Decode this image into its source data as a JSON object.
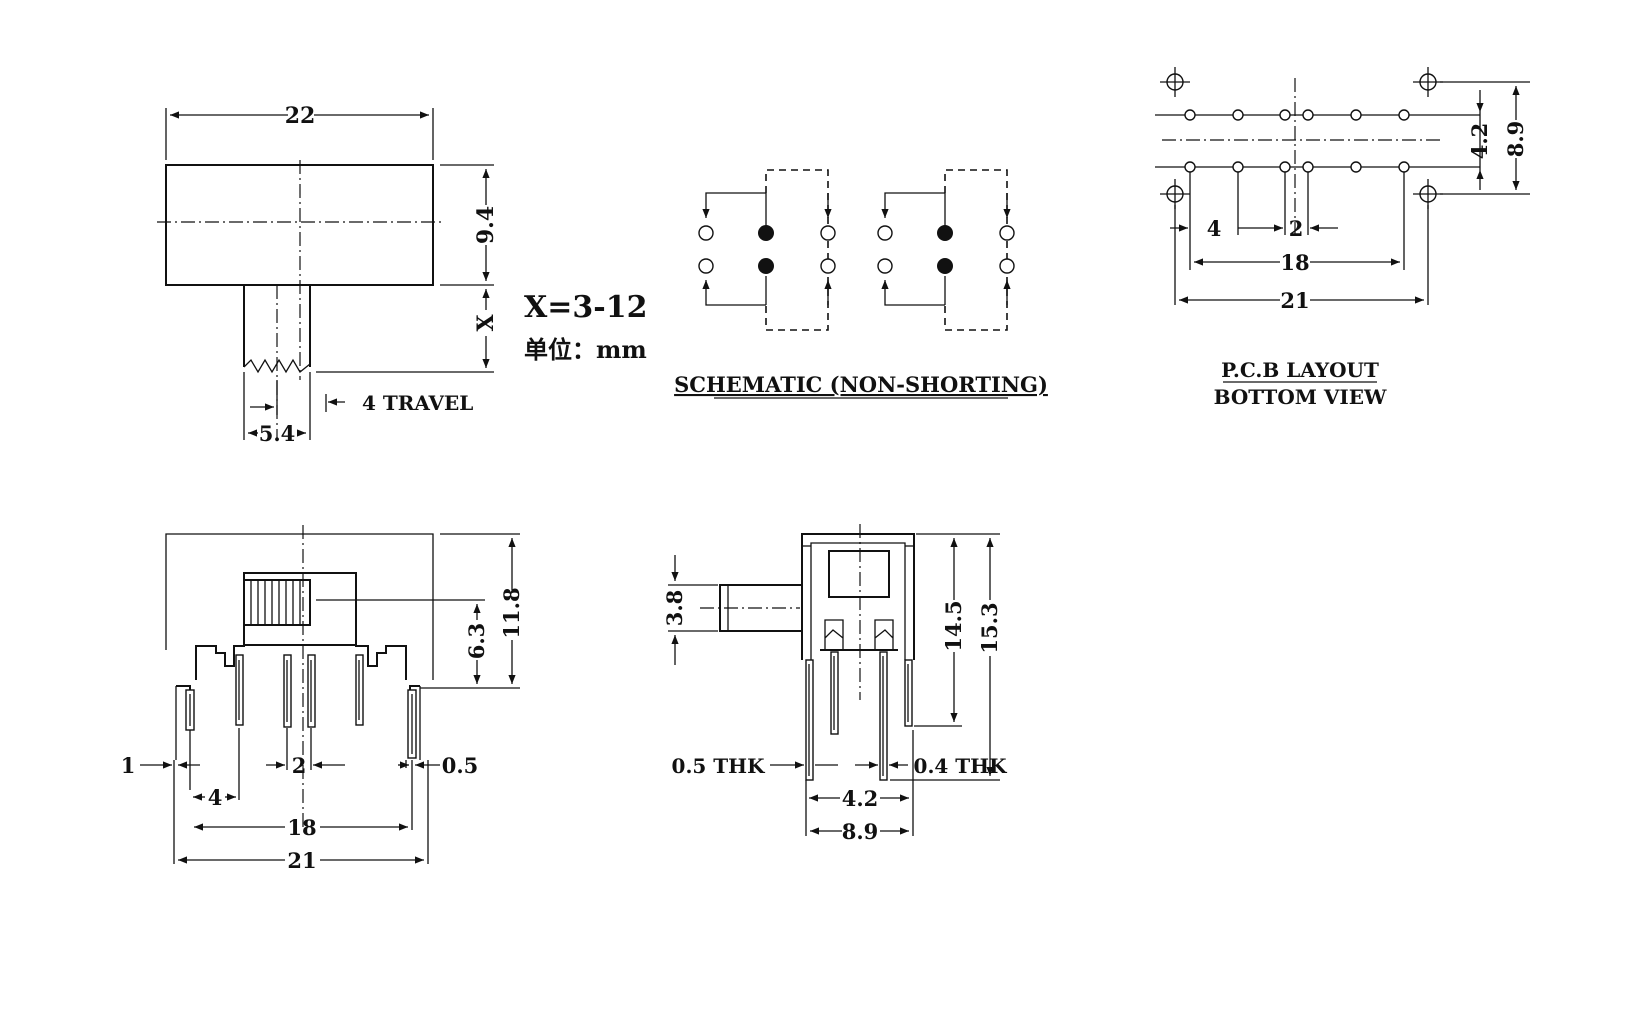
{
  "top_view": {
    "dim_width": "22",
    "dim_height": "9.4",
    "dim_x": "X",
    "dim_actuator": "5.4",
    "travel": "4 TRAVEL",
    "x_range": "X=3-12",
    "unit": "单位：mm"
  },
  "schematic": {
    "caption": "SCHEMATIC (NON-SHORTING)"
  },
  "pcb_layout": {
    "dim_row_pitch": "4.2",
    "dim_mount_pitch": "8.9",
    "dim_pitch_4": "4",
    "dim_pitch_2": "2",
    "dim_span_18": "18",
    "dim_span_21": "21",
    "caption_line1": "P.C.B LAYOUT",
    "caption_line2": "BOTTOM VIEW"
  },
  "front_view": {
    "dim_height_11_8": "11.8",
    "dim_height_6_3": "6.3",
    "dim_1": "1",
    "dim_4": "4",
    "dim_2": "2",
    "dim_0_5": "0.5",
    "dim_18": "18",
    "dim_21": "21"
  },
  "side_view": {
    "dim_3_8": "3.8",
    "dim_14_5": "14.5",
    "dim_15_3": "15.3",
    "label_left_thk": "0.5 THK",
    "label_right_thk": "0.4 THK",
    "dim_4_2": "4.2",
    "dim_8_9": "8.9"
  }
}
